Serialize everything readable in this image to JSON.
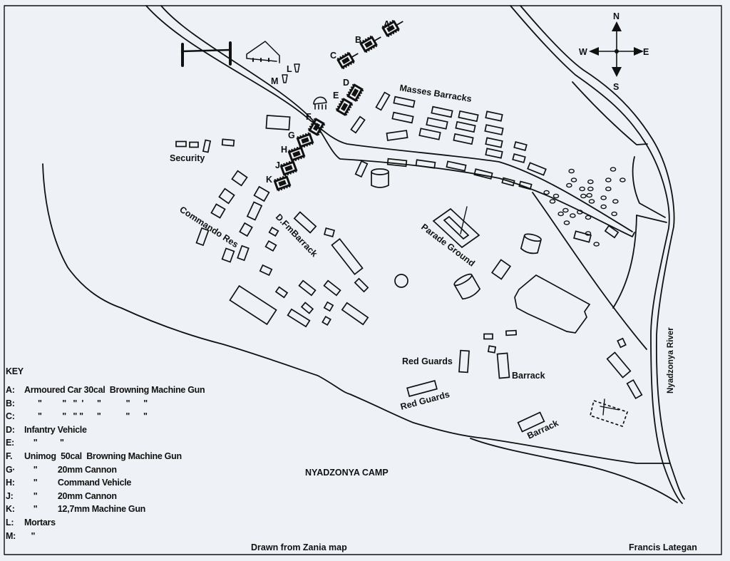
{
  "map": {
    "title": "NYADZONYA CAMP",
    "credit_left": "Drawn from Zania map",
    "credit_right": "Francis Lategan",
    "compass": {
      "n": "N",
      "s": "S",
      "e": "E",
      "w": "W"
    },
    "labels": {
      "masses_barracks": "Masses Barracks",
      "security": "Security",
      "commando_res": "Commando Res",
      "dfm_barrack": "D.FmBarrack",
      "parade_ground": "Parade Ground",
      "red_guards_1": "Red Guards",
      "red_guards_2": "Red Guards",
      "barrack_1": "Barrack",
      "barrack_2": "Barrack",
      "river": "Nyadzonya River"
    },
    "vehicle_markers": [
      "A",
      "B",
      "C",
      "D",
      "E",
      "F",
      "G",
      "H",
      "J",
      "K"
    ],
    "mortar_markers": [
      "L",
      "M"
    ]
  },
  "key": {
    "title": "KEY",
    "rows": [
      {
        "letter": "A:",
        "text": "Armoured Car 30cal  Browning Machine Gun"
      },
      {
        "letter": "B:",
        "text": "      \"         \"   \"  '      \"           \"      \""
      },
      {
        "letter": "C:",
        "text": "      \"         \"   \" \"      \"           \"      \""
      },
      {
        "letter": "D:",
        "text": "Infantry Vehicle"
      },
      {
        "letter": "E:",
        "text": "    \"          \""
      },
      {
        "letter": "F.",
        "text": "Unimog  50cal  Browning Machine Gun"
      },
      {
        "letter": "G·",
        "text": "    \"         20mm Cannon"
      },
      {
        "letter": "H:",
        "text": "    \"         Command Vehicle"
      },
      {
        "letter": "J:",
        "text": "    \"         20mm Cannon"
      },
      {
        "letter": "K:",
        "text": "    \"         12,7mm Machine Gun"
      },
      {
        "letter": "L:",
        "text": "Mortars"
      },
      {
        "letter": "M:",
        "text": "   \""
      }
    ]
  }
}
